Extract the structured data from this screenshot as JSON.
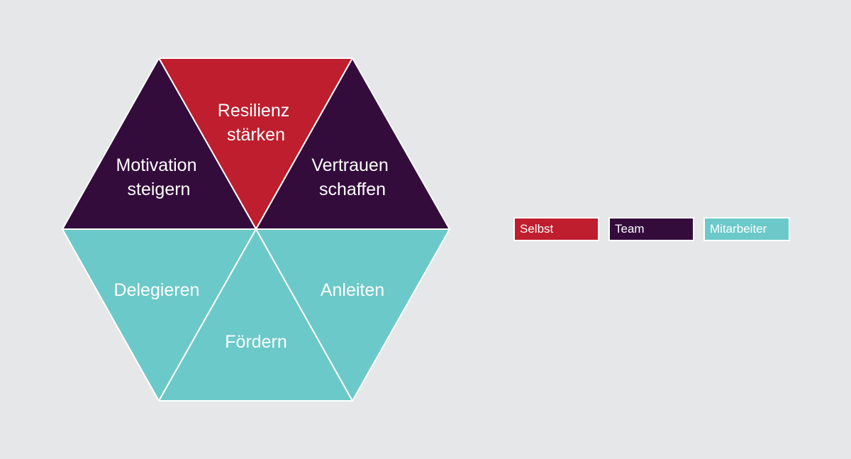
{
  "colors": {
    "self": "#be1e2d",
    "team": "#330c3c",
    "employee": "#6cc9c9",
    "background": "#e6e7e9",
    "stroke": "#ffffff"
  },
  "segments": [
    {
      "id": "resilienz",
      "lines": [
        "Resilienz",
        "stärken"
      ],
      "category": "self"
    },
    {
      "id": "motivation",
      "lines": [
        "Motivation",
        "steigern"
      ],
      "category": "team"
    },
    {
      "id": "vertrauen",
      "lines": [
        "Vertrauen",
        "schaffen"
      ],
      "category": "team"
    },
    {
      "id": "delegieren",
      "lines": [
        "Delegieren"
      ],
      "category": "employee"
    },
    {
      "id": "foerdern",
      "lines": [
        "Fördern"
      ],
      "category": "employee"
    },
    {
      "id": "anleiten",
      "lines": [
        "Anleiten"
      ],
      "category": "employee"
    }
  ],
  "legend": {
    "self": "Selbst",
    "team": "Team",
    "employee": "Mitarbeiter"
  }
}
